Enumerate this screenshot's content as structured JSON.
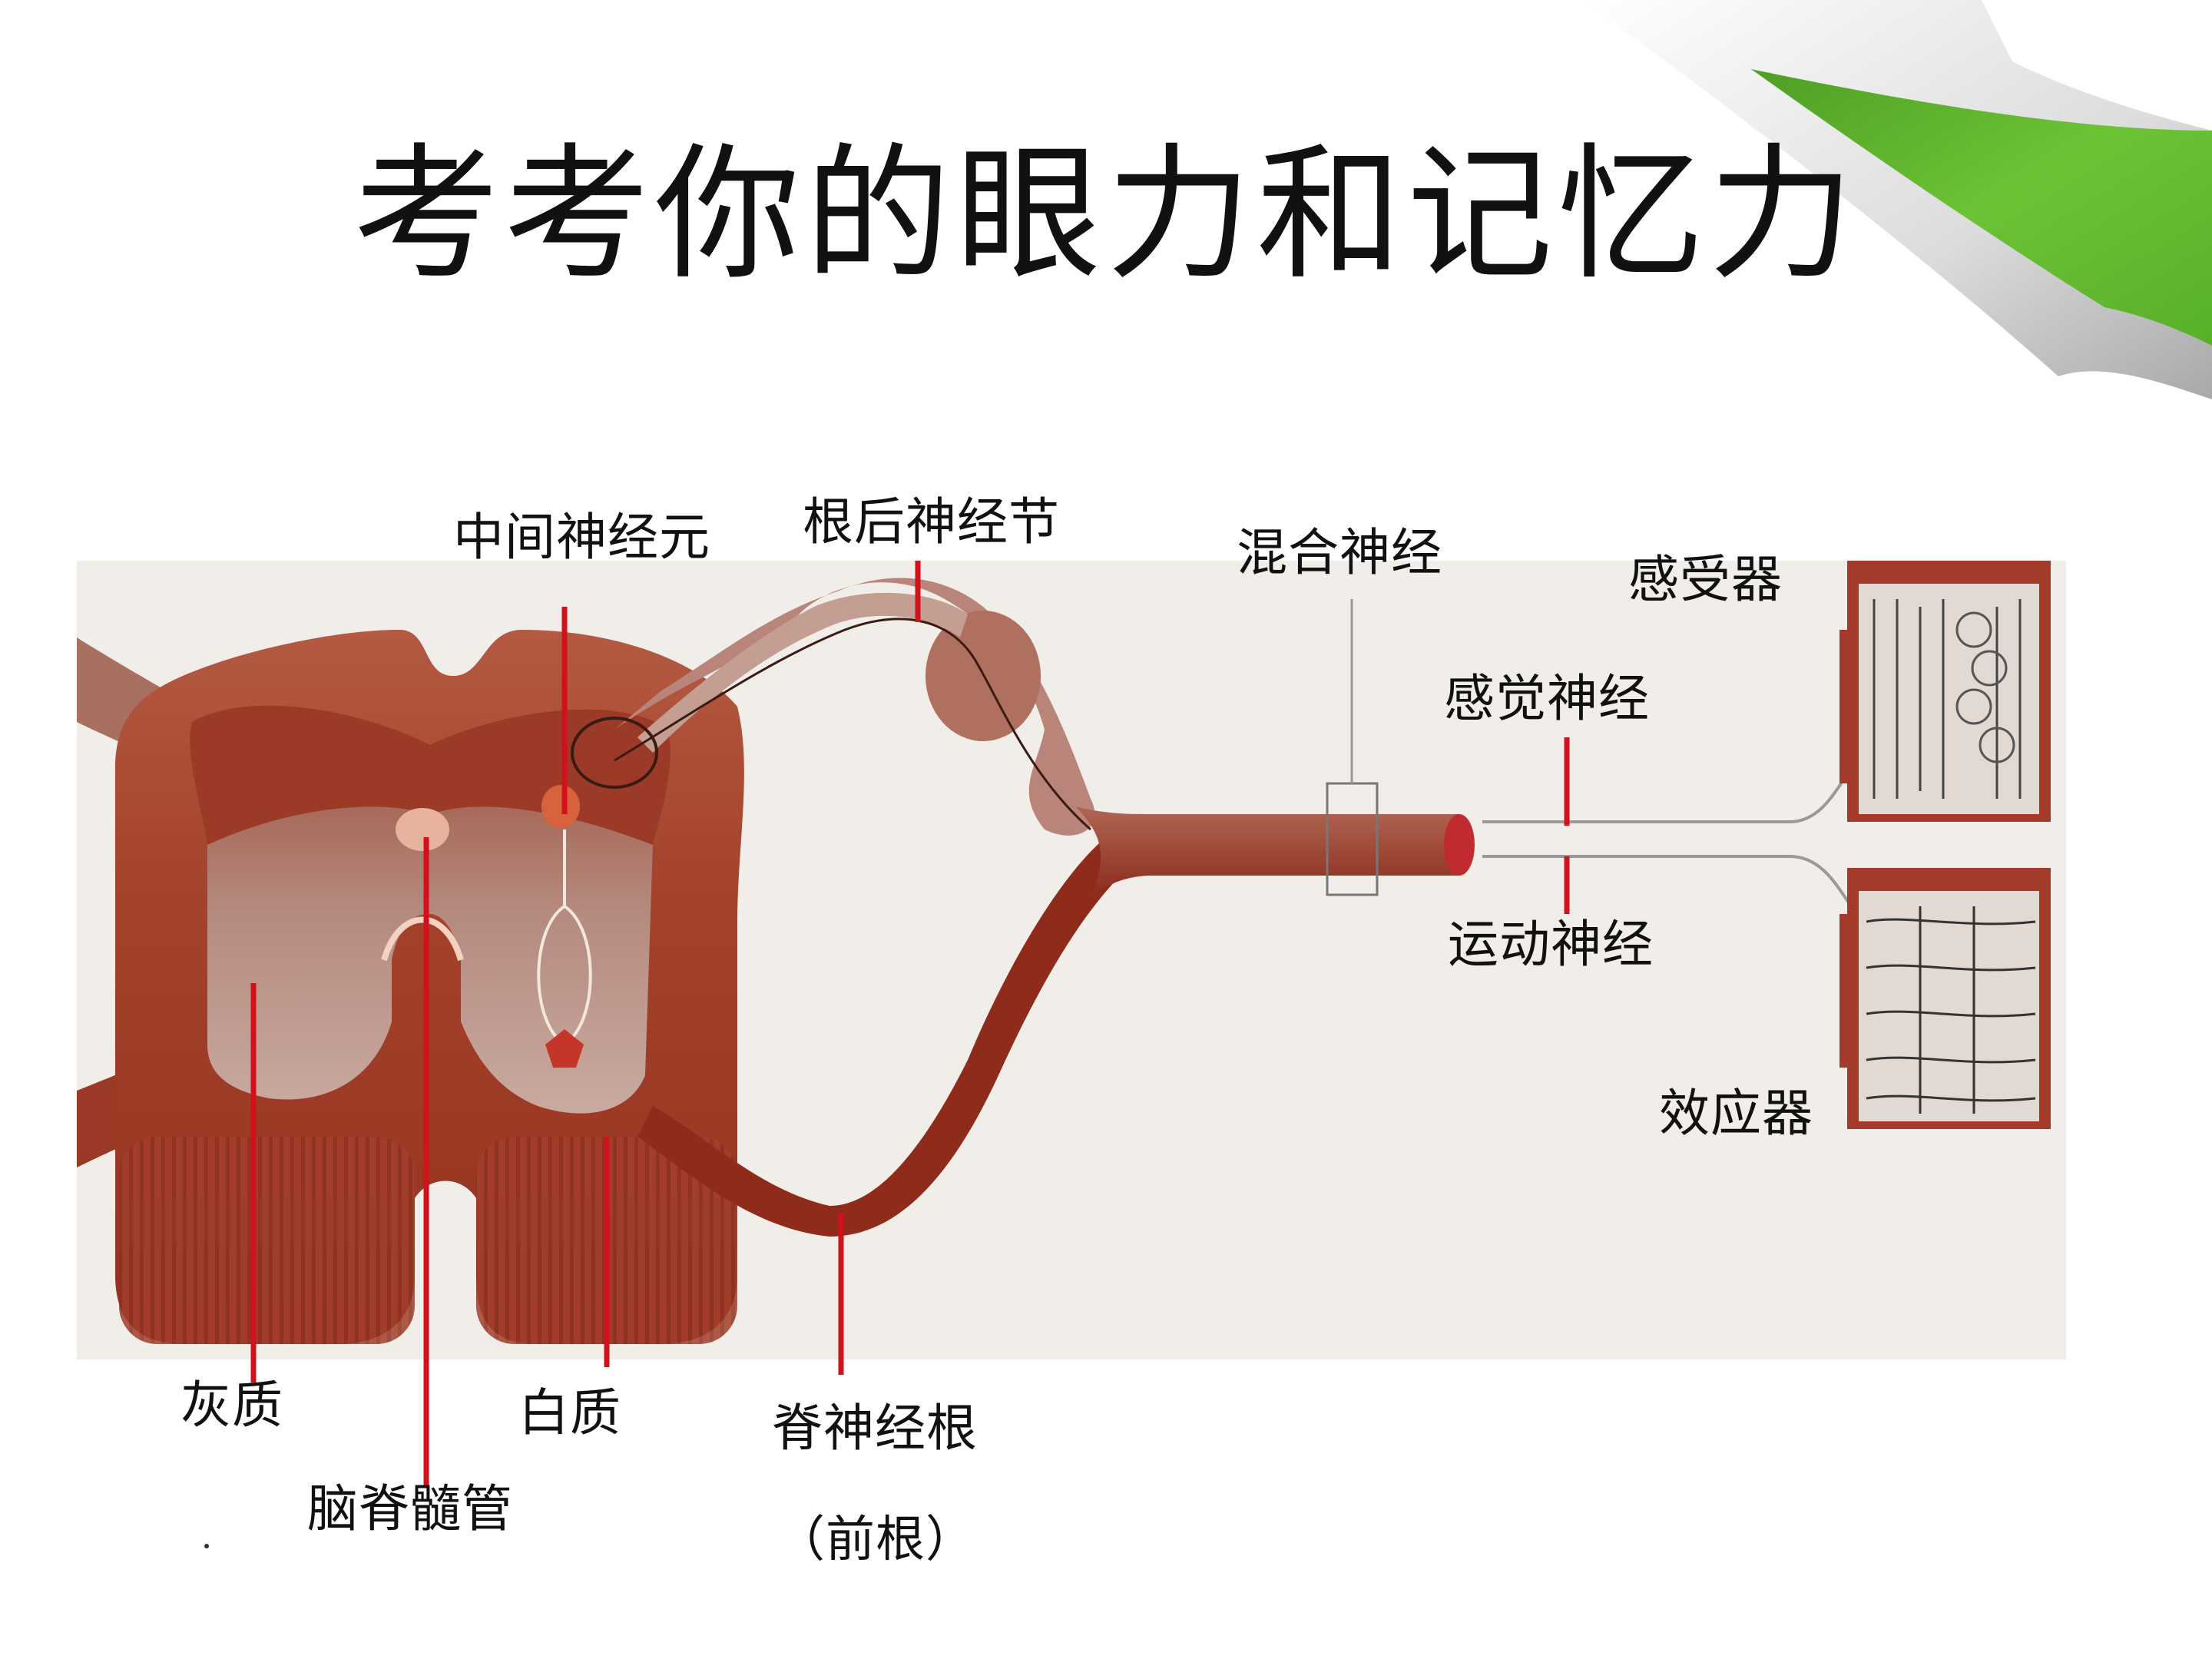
{
  "title": "考考你的眼力和记忆力",
  "colors": {
    "cord_dark": "#8c2a1a",
    "cord_mid": "#a9442c",
    "grey_matter": "#b9948a",
    "pointer_red": "#d1121c",
    "curl_green": "#5cb82c",
    "panel_bg": "#f1eeea"
  },
  "labels": {
    "interneuron": "中间神经元",
    "dorsal_root_ganglion": "根后神经节",
    "mixed_nerve": "混合神经",
    "receptor": "感受器",
    "sensory_nerve": "感觉神经",
    "motor_nerve": "运动神经",
    "effector": "效应器",
    "grey_matter": "灰质",
    "white_matter": "白质",
    "spinal_nerve_root": "脊神经根",
    "central_canal": "脑脊髓管",
    "anterior_root": "（前根）"
  }
}
